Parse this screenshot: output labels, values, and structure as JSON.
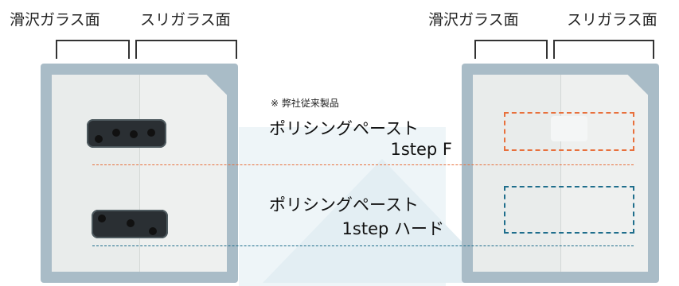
{
  "labels": {
    "left_smooth": "滑沢ガラス面",
    "left_frosted": "スリガラス面",
    "right_smooth": "滑沢ガラス面",
    "right_frosted": "スリガラス面"
  },
  "note": "※ 弊社従来製品",
  "paste_f": {
    "line1": "ポリシングペースト",
    "line2": "1step F"
  },
  "paste_hard": {
    "line1": "ポリシングペースト",
    "line2": "1step ハード"
  },
  "colors": {
    "orange": "#e8703c",
    "blue": "#1f6e8c",
    "slide_frame": "#a9bcc7"
  }
}
